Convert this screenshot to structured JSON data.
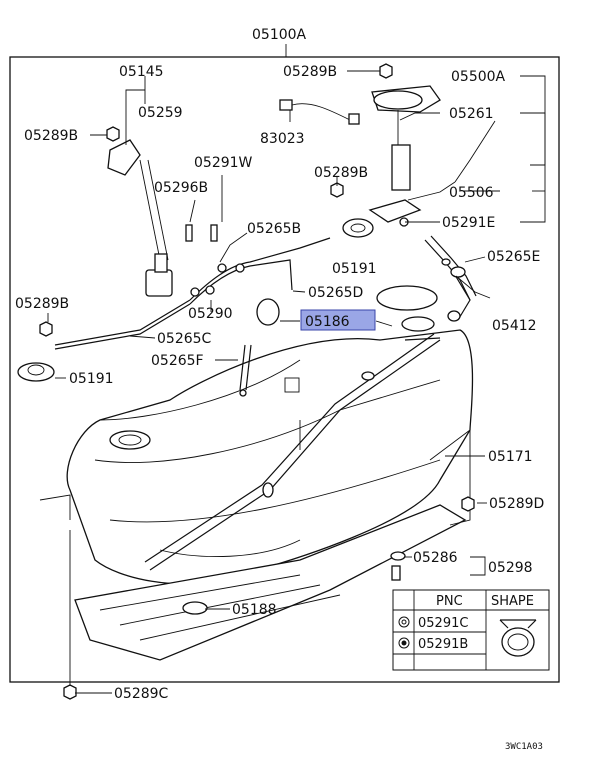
{
  "diagram_title": "05100A",
  "labels": {
    "l05289B_top": "05289B",
    "l05500A": "05500A",
    "l05145": "05145",
    "l05259": "05259",
    "l05289B_left": "05289B",
    "l83023": "83023",
    "l05261": "05261",
    "l05291W": "05291W",
    "l05289B_mid": "05289B",
    "l05296B": "05296B",
    "l05506": "05506",
    "l05265B": "05265B",
    "l05291E": "05291E",
    "l05191_mid": "05191",
    "l05265E": "05265E",
    "l05265D": "05265D",
    "l05289B_low": "05289B",
    "l05290": "05290",
    "l05186": "05186",
    "l05412": "05412",
    "l05265C": "05265C",
    "l05265F": "05265F",
    "l05191_left": "05191",
    "l05171": "05171",
    "l05289D": "05289D",
    "l05286": "05286",
    "l05298": "05298",
    "l05188": "05188",
    "l05289C": "05289C"
  },
  "table": {
    "col_pnc": "PNC",
    "col_shape": "SHAPE",
    "rows": [
      "05291C",
      "05291B"
    ]
  },
  "footer_ref": "3WC1A03",
  "highlight_color": "#9aa6e6"
}
